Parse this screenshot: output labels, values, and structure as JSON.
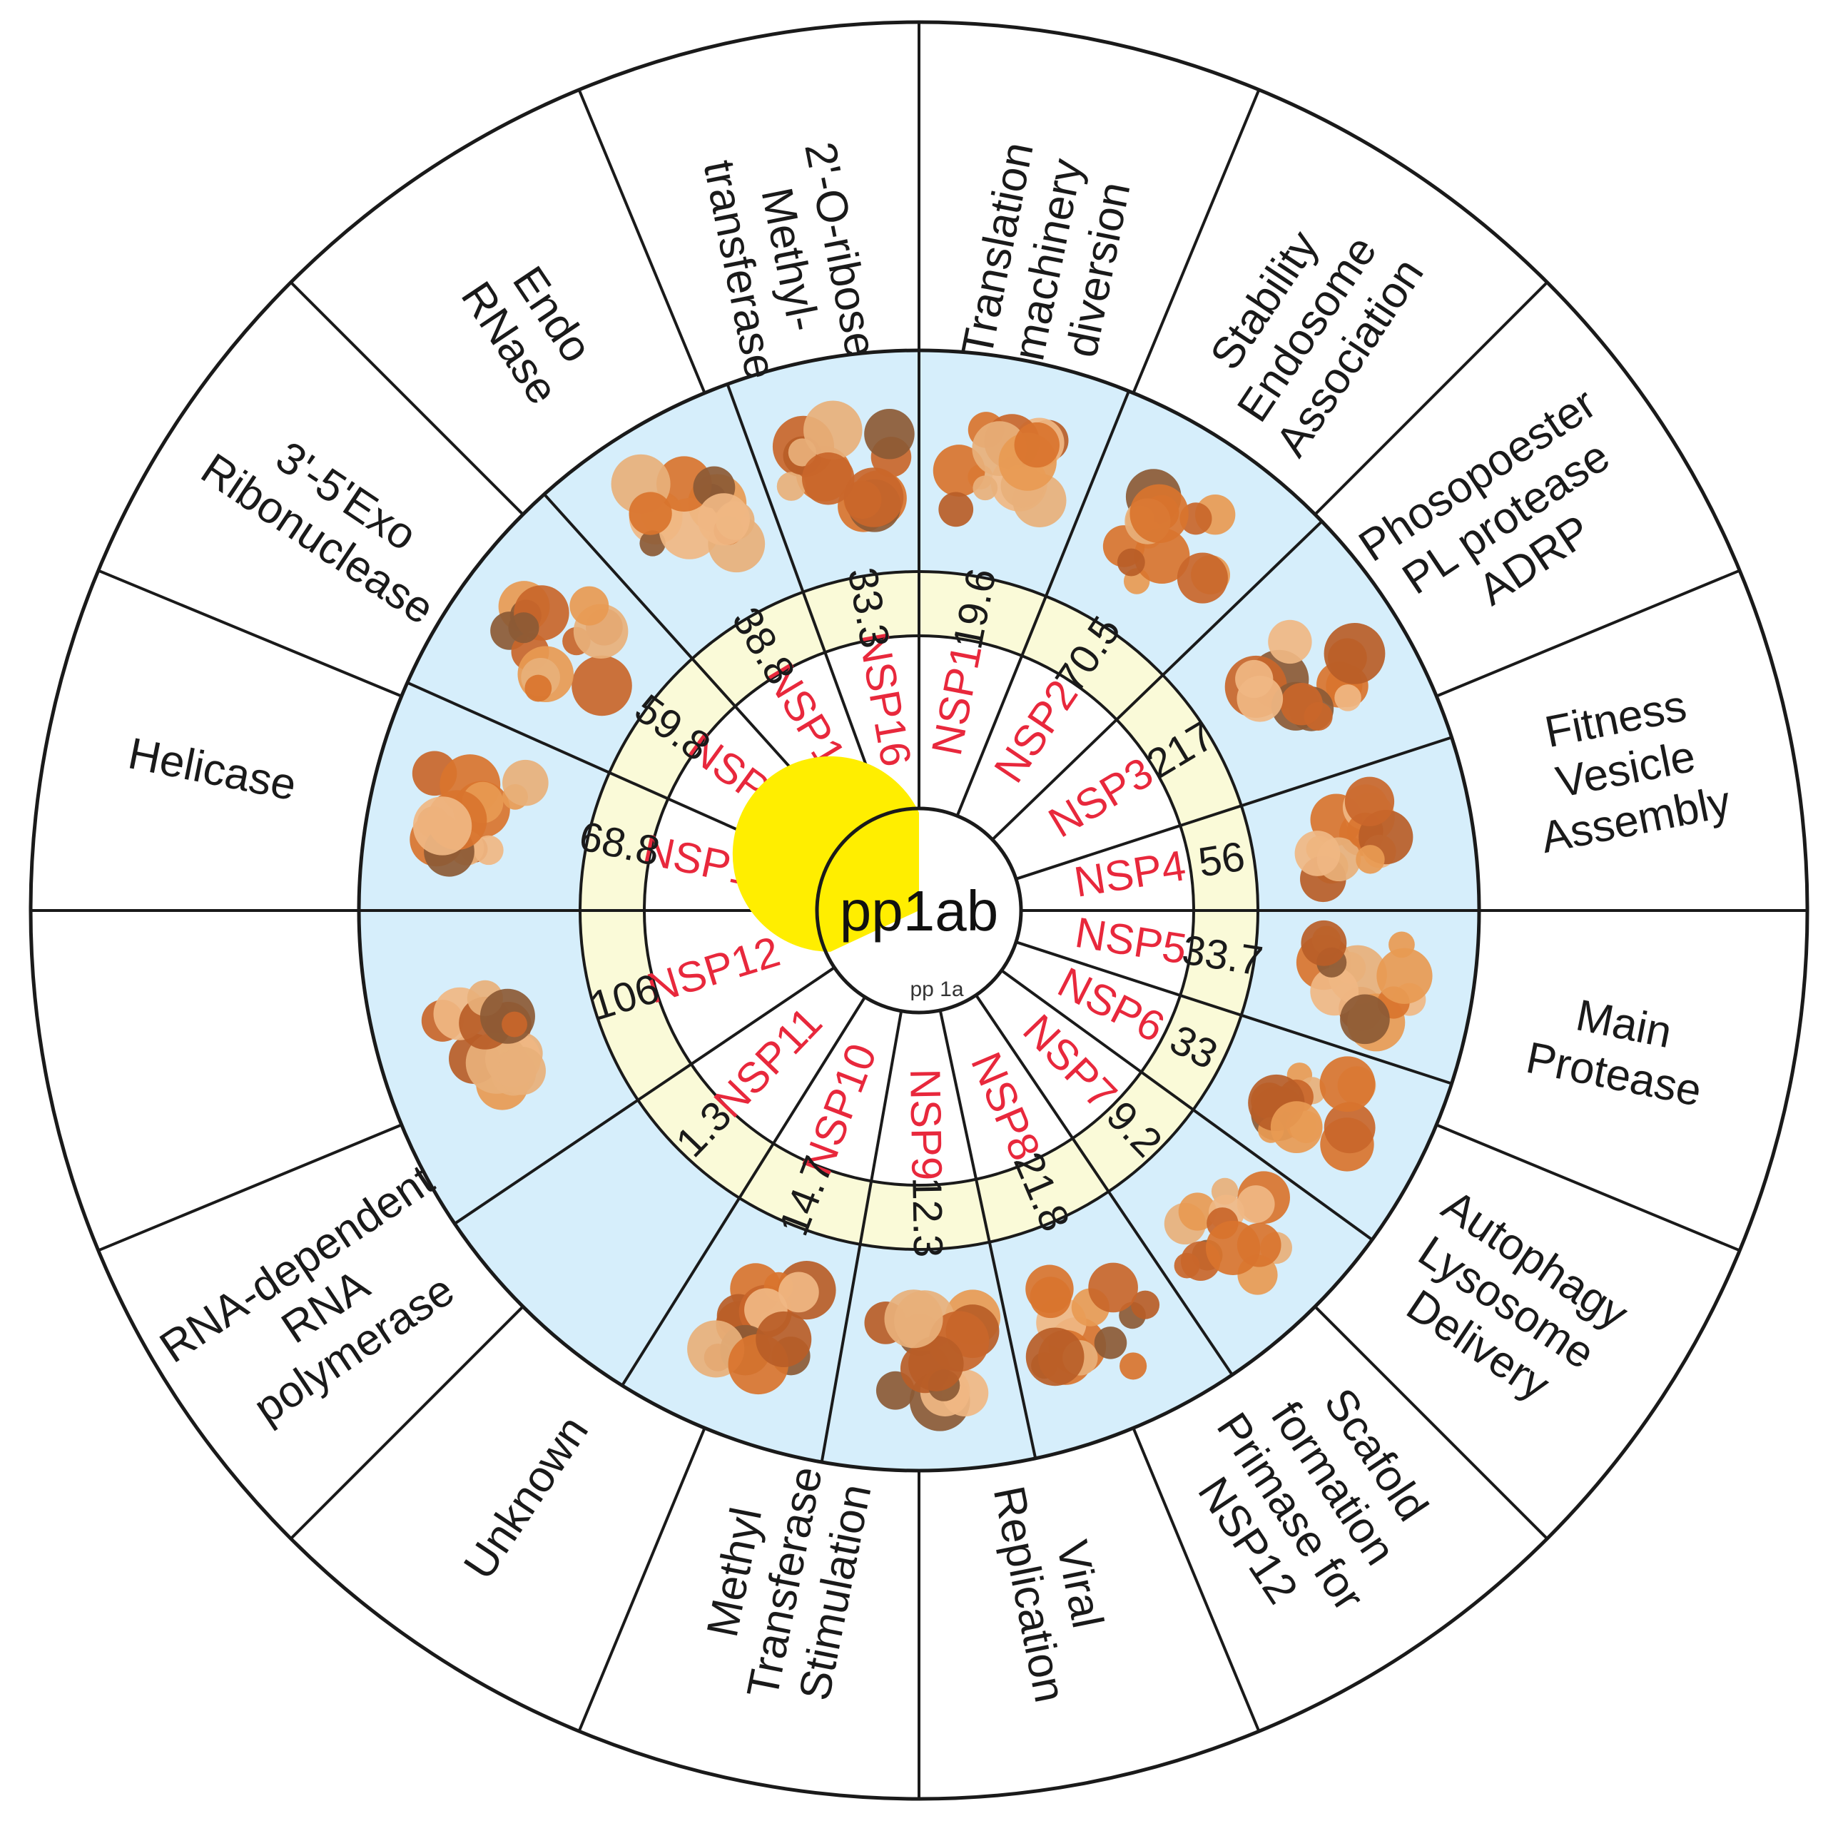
{
  "center": {
    "label": "pp1ab",
    "sub_label": "pp 1a",
    "highlight_color": "#ffee00"
  },
  "colors": {
    "outer_ring": "#ffffff",
    "structure_ring": "#d6eefb",
    "weight_ring": "#fafad8",
    "line": "#1a1a1a",
    "nsp_text": "#e8283c"
  },
  "segments": [
    {
      "nsp": "NSP1",
      "weight": "19.6",
      "function_lines": [
        "Translation",
        "machinery",
        "diversion"
      ],
      "structure_icon": "nsp1-structure-icon"
    },
    {
      "nsp": "NSP2",
      "weight": "70.5",
      "function_lines": [
        "Stability",
        "Endosome",
        "Association"
      ],
      "structure_icon": "nsp2-structure-icon"
    },
    {
      "nsp": "NSP3",
      "weight": "217",
      "function_lines": [
        "Phosopoester",
        "PL protease",
        "ADRP"
      ],
      "structure_icon": "nsp3-structure-icon"
    },
    {
      "nsp": "NSP4",
      "weight": "56",
      "function_lines": [
        "Fitness",
        "Vesicle",
        "Assembly"
      ],
      "structure_icon": "nsp4-structure-icon"
    },
    {
      "nsp": "NSP5",
      "weight": "33.7",
      "function_lines": [
        "Main",
        "Protease"
      ],
      "structure_icon": "nsp5-structure-icon"
    },
    {
      "nsp": "NSP6",
      "weight": "33",
      "function_lines": [
        "Autophagy",
        "Lysosome",
        "Delivery"
      ],
      "structure_icon": "nsp6-structure-icon"
    },
    {
      "nsp": "NSP7",
      "weight": "9.2",
      "function_lines": [],
      "structure_icon": "nsp7-structure-icon"
    },
    {
      "nsp": "NSP8",
      "weight": "21.8",
      "function_lines": [
        "Scafold",
        "formation",
        "Primase for",
        "NSP12"
      ],
      "structure_icon": "nsp8-structure-icon"
    },
    {
      "nsp": "NSP9",
      "weight": "12.3",
      "function_lines": [
        "Viral",
        "Replication"
      ],
      "structure_icon": "nsp9-structure-icon"
    },
    {
      "nsp": "NSP10",
      "weight": "14.7",
      "function_lines": [
        "Methyl",
        "Transferase",
        "Stimulation"
      ],
      "structure_icon": "nsp10-structure-icon"
    },
    {
      "nsp": "NSP11",
      "weight": "1.3",
      "function_lines": [
        "Unknown"
      ],
      "structure_icon": ""
    },
    {
      "nsp": "NSP12",
      "weight": "106",
      "function_lines": [
        "RNA-dependent",
        "RNA",
        "polymerase"
      ],
      "structure_icon": "nsp12-structure-icon"
    },
    {
      "nsp": "NSP13",
      "weight": "68.8",
      "function_lines": [
        "Helicase"
      ],
      "structure_icon": "nsp13-structure-icon"
    },
    {
      "nsp": "NSP14",
      "weight": "59.8",
      "function_lines": [
        "3'-5'Exo",
        "Ribonuclease"
      ],
      "structure_icon": "nsp14-structure-icon"
    },
    {
      "nsp": "NSP15",
      "weight": "38.8",
      "function_lines": [
        "Endo",
        "RNase"
      ],
      "structure_icon": "nsp15-structure-icon"
    },
    {
      "nsp": "NSP16",
      "weight": "33.3",
      "function_lines": [
        "2'-O-ribose",
        "Methyl-",
        "transferase"
      ],
      "structure_icon": "nsp16-structure-icon"
    }
  ]
}
